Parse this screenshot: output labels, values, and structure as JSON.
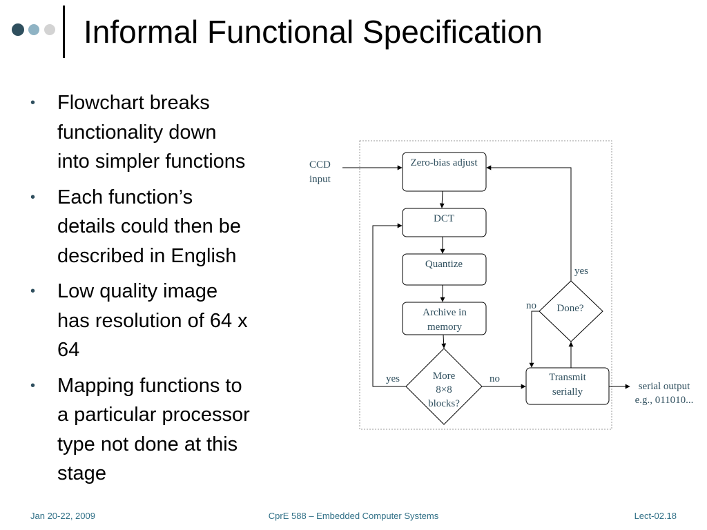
{
  "slide": {
    "title": "Informal Functional Specification",
    "bullets": [
      {
        "lines": [
          "Flowchart breaks",
          "functionality down",
          "into simpler functions"
        ]
      },
      {
        "lines": [
          "Each function’s",
          "details could then be",
          "described in English"
        ]
      },
      {
        "lines": [
          "Low quality image",
          "has resolution of 64 x",
          "64"
        ]
      },
      {
        "lines": [
          "Mapping functions to",
          "a particular processor",
          "type not done at this",
          "stage"
        ]
      }
    ],
    "bullet_symbol": "•"
  },
  "flowchart": {
    "ccd_input": [
      "CCD",
      "input"
    ],
    "zero_bias": "Zero-bias adjust",
    "dct": "DCT",
    "quantize": "Quantize",
    "archive": [
      "Archive in",
      "memory"
    ],
    "more_blocks": [
      "More",
      "8×8",
      "blocks?"
    ],
    "transmit": [
      "Transmit",
      "serially"
    ],
    "done": "Done?",
    "serial_output": [
      "serial output",
      "e.g., 011010..."
    ],
    "label_yes_left": "yes",
    "label_no_bottom": "no",
    "label_yes_right": "yes",
    "label_no_right": "no"
  },
  "footer": {
    "date": "Jan 20-22, 2009",
    "course": "CprE 588 – Embedded Computer Systems",
    "lecture": "Lect-02.18"
  },
  "colors": {
    "dot_dark": "#2f4f5e",
    "dot_mid": "#8fb3c4",
    "dot_light": "#d3d3d3",
    "flow_text": "#2f4f5e",
    "footer_text": "#2f6f86"
  }
}
